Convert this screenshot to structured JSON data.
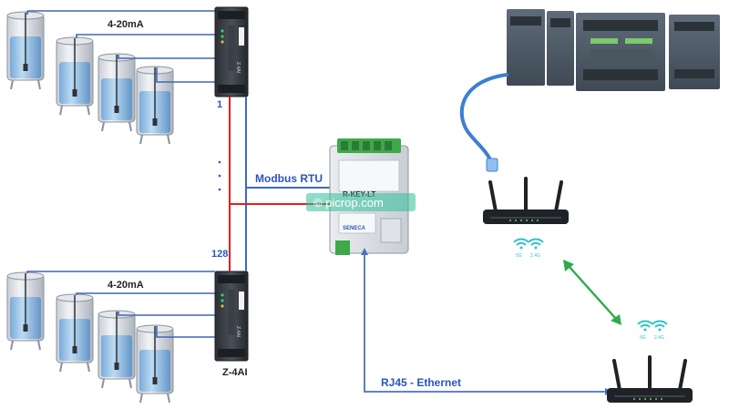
{
  "labels": {
    "signal_top": "4-20mA",
    "signal_bottom": "4-20mA",
    "module_first_index": "1",
    "module_last_index": "128",
    "module_model": "Z-4AI",
    "bus_label": "Modbus RTU",
    "gateway_model": "R-KEY-LT",
    "gateway_brand": "SENECA",
    "ethernet_label": "RJ45 - Ethernet",
    "wifi_band_5g": "5G",
    "wifi_band_24g": "2.4G",
    "watermark": "© picrop.com"
  },
  "colors": {
    "analog_line": "#3f67b5",
    "bus_red": "#e02020",
    "bus_blue": "#3b6bc0",
    "ethernet": "#4a72c2",
    "wireless_link": "#2eab4a",
    "label_blue": "#2a56b8",
    "wifi_icon": "#2fc3c7",
    "watermark_bg": "#2fbf9a"
  },
  "icons": [
    "tank-icon",
    "din-module-icon",
    "gateway-icon",
    "plc-icon",
    "router-icon",
    "wifi-icon",
    "ethernet-cable-icon"
  ]
}
